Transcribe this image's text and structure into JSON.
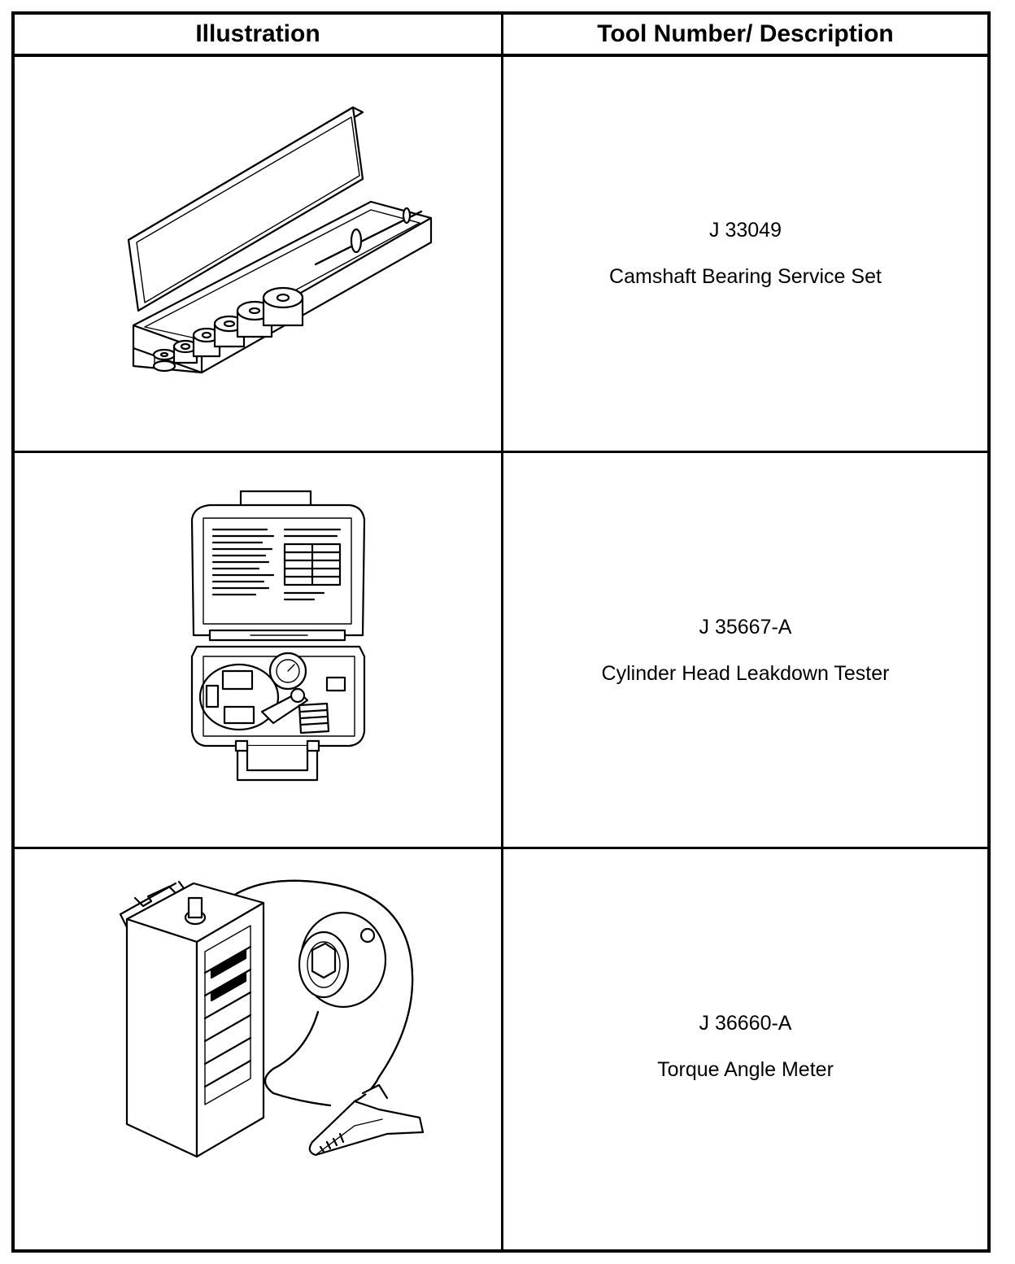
{
  "table": {
    "headers": {
      "illustration": "Illustration",
      "description": "Tool Number/ Description"
    },
    "rows": [
      {
        "tool_number": "J 33049",
        "description": "Camshaft Bearing Service Set",
        "illustration_icon": "camshaft-bearing-service-set-illustration"
      },
      {
        "tool_number": "J 35667-A",
        "description": "Cylinder Head Leakdown Tester",
        "illustration_icon": "leakdown-tester-case-illustration"
      },
      {
        "tool_number": "J 36660-A",
        "description": "Torque Angle Meter",
        "illustration_icon": "torque-angle-meter-illustration"
      }
    ]
  }
}
